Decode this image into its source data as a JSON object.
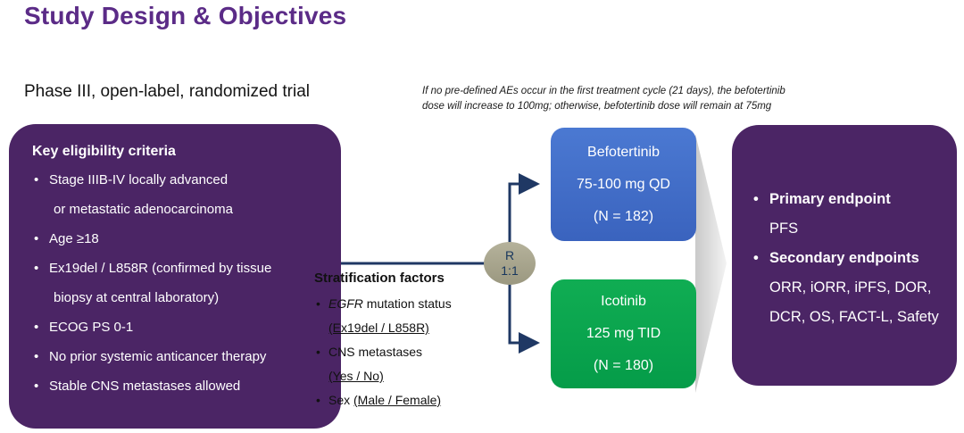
{
  "title": "Study Design & Objectives",
  "subtitle": "Phase III, open-label, randomized trial",
  "note": {
    "line1": "If no pre-defined AEs occur in the first treatment cycle (21 days), the befotertinib",
    "line2": "dose will increase to 100mg; otherwise, befotertinib dose will remain at 75mg"
  },
  "eligibility": {
    "heading": "Key eligibility criteria",
    "items": [
      {
        "lines": [
          "Stage IIIB-IV locally advanced",
          "or metastatic adenocarcinoma"
        ]
      },
      {
        "lines": [
          "Age ≥18"
        ]
      },
      {
        "lines": [
          "Ex19del / L858R (confirmed by tissue",
          "biopsy at central laboratory)"
        ]
      },
      {
        "lines": [
          "ECOG PS 0-1"
        ]
      },
      {
        "lines": [
          "No prior systemic anticancer therapy"
        ]
      },
      {
        "lines": [
          "Stable CNS metastases allowed"
        ]
      }
    ]
  },
  "randomization": {
    "r": "R",
    "ratio": "1:1"
  },
  "stratification": {
    "heading": "Stratification factors",
    "items": [
      {
        "italic": "EGFR",
        "text": " mutation status",
        "sub": "(Ex19del / L858R)"
      },
      {
        "text": "CNS metastases",
        "sub": "(Yes / No)"
      },
      {
        "text": "Sex ",
        "sub": "(Male / Female)"
      }
    ]
  },
  "arms": [
    {
      "name": "Befotertinib",
      "dose": "75-100 mg QD",
      "n": "(N = 182)",
      "color": "#3f6ac6"
    },
    {
      "name": "Icotinib",
      "dose": "125 mg TID",
      "n": "(N = 180)",
      "color": "#0aa64e"
    }
  ],
  "endpoints": {
    "rows": [
      {
        "text": "Primary endpoint"
      },
      {
        "text": "PFS"
      },
      {
        "text": "Secondary endpoints"
      },
      {
        "text": "ORR, iORR, iPFS, DOR,"
      },
      {
        "text": "DCR, OS, FACT-L, Safety"
      }
    ]
  },
  "colors": {
    "title_purple": "#5b2b87",
    "box_purple": "#4b2565",
    "arm_blue": "#3f6ac6",
    "arm_green": "#0aa64e",
    "connector_navy": "#1f3864",
    "randomization_gray": "#a7a48c"
  }
}
